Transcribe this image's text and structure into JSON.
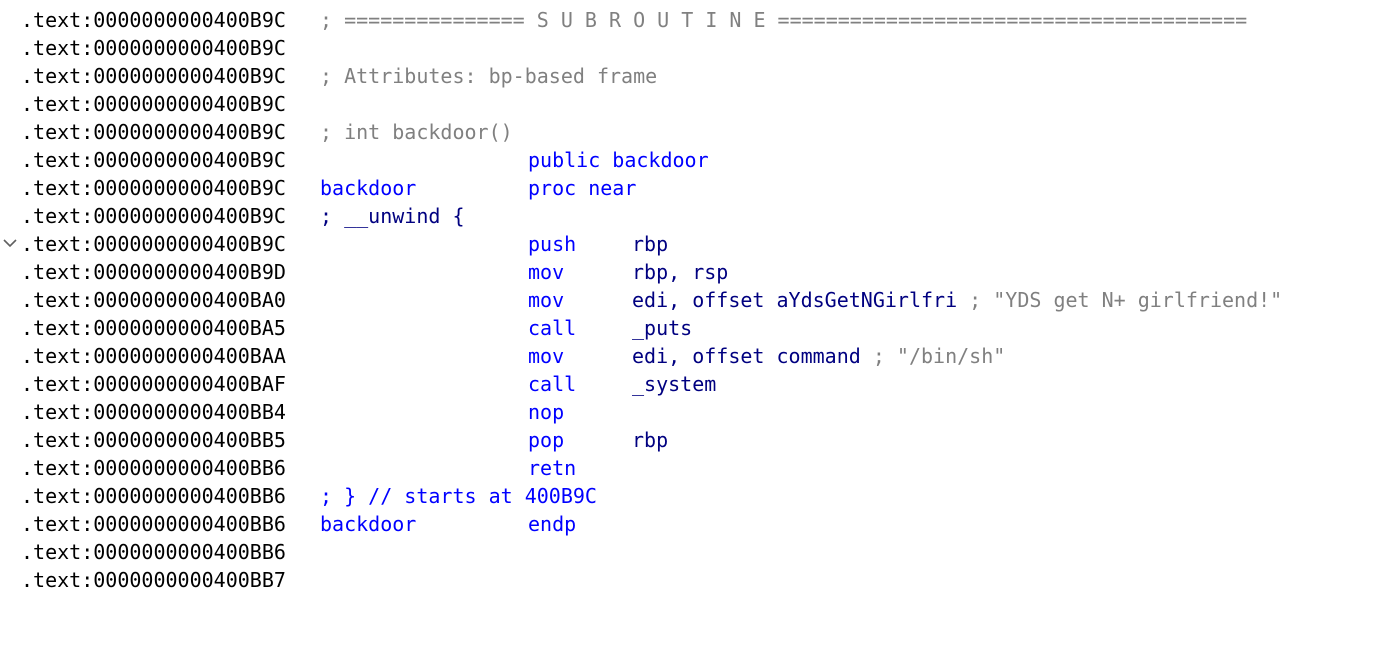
{
  "listing": [
    {
      "addr": ".text:0000000000400B9C",
      "comment": "; =============== S U B R O U T I N E ======================================="
    },
    {
      "addr": ".text:0000000000400B9C"
    },
    {
      "addr": ".text:0000000000400B9C",
      "comment": "; Attributes: bp-based frame"
    },
    {
      "addr": ".text:0000000000400B9C"
    },
    {
      "addr": ".text:0000000000400B9C",
      "comment": "; int backdoor()"
    },
    {
      "addr": ".text:0000000000400B9C",
      "directive": "public backdoor"
    },
    {
      "addr": ".text:0000000000400B9C",
      "label": "backdoor",
      "mnemonic": "proc near"
    },
    {
      "addr": ".text:0000000000400B9C",
      "blue_comment": "; __unwind {"
    },
    {
      "addr": ".text:0000000000400B9C",
      "mnemonic": "push",
      "operands": "rbp",
      "folded": true
    },
    {
      "addr": ".text:0000000000400B9D",
      "mnemonic": "mov",
      "operands": "rbp, rsp"
    },
    {
      "addr": ".text:0000000000400BA0",
      "mnemonic": "mov",
      "operands": "edi, offset aYdsGetNGirlfri",
      "inline_comment": " ; \"YDS get N+ girlfriend!\""
    },
    {
      "addr": ".text:0000000000400BA5",
      "mnemonic": "call",
      "operands": "_puts"
    },
    {
      "addr": ".text:0000000000400BAA",
      "mnemonic": "mov",
      "operands": "edi, offset command",
      "inline_comment": " ; \"/bin/sh\""
    },
    {
      "addr": ".text:0000000000400BAF",
      "mnemonic": "call",
      "operands": "_system"
    },
    {
      "addr": ".text:0000000000400BB4",
      "mnemonic": "nop"
    },
    {
      "addr": ".text:0000000000400BB5",
      "mnemonic": "pop",
      "operands": "rbp"
    },
    {
      "addr": ".text:0000000000400BB6",
      "mnemonic": "retn"
    },
    {
      "addr": ".text:0000000000400BB6",
      "blue_comment": "; } // starts at 400B9C"
    },
    {
      "addr": ".text:0000000000400BB6",
      "label": "backdoor",
      "mnemonic": "endp"
    },
    {
      "addr": ".text:0000000000400BB6"
    },
    {
      "addr": ".text:0000000000400BB7"
    }
  ],
  "colors": {
    "address": "#000000",
    "keyword": "#0000ff",
    "operand": "#000080",
    "comment": "#808080",
    "background": "#ffffff"
  },
  "icons": {
    "fold": "chevron-down-icon"
  }
}
